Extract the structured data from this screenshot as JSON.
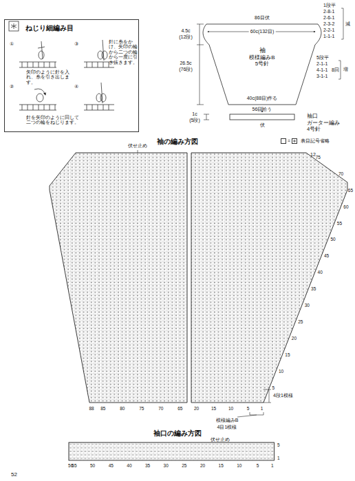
{
  "diagram": {
    "nodes": [
      {
        "text": [
          "ねじり細編み目"
        ]
      },
      {
        "text": [
          "袖",
          "模様編みB",
          "5号針"
        ]
      },
      {
        "text": [
          "袖口",
          "ガーター編み",
          "4号針"
        ]
      }
    ],
    "labels": [
      "1段平",
      "2-8-1",
      "2-6-1",
      "2-3-2",
      "2-2-1",
      "1-1-1",
      "減",
      "5段平",
      "2-1-1",
      "4-1-1",
      "8回",
      "3-1-1",
      "増",
      "86目伏",
      "60c(132目)",
      "4.5c",
      "(12段)",
      "26.5c",
      "(76段)",
      "40c(88目)作る",
      "56目拾う",
      "伏",
      "1c",
      "(5段)",
      "袖の編み方図",
      "伏せ止め",
      "12",
      "75",
      "70",
      "65",
      "60",
      "55",
      "50",
      "45",
      "40",
      "35",
      "30",
      "25",
      "20",
      "15",
      "10",
      "5",
      "88",
      "85",
      "80",
      "75",
      "70",
      "65",
      "20",
      "15",
      "10",
      "5",
      "1",
      "4段1模様",
      "模様編みB",
      "4目1模様",
      "袖口の編み方図",
      "伏せ止め",
      "5",
      "1",
      "56",
      "55",
      "50",
      "45",
      "40",
      "35",
      "30",
      "25",
      "20",
      "15",
      "10",
      "5",
      "1",
      "52",
      "①",
      "②",
      "③",
      "④",
      "矢印のように針を入れ、糸を引き出します。",
      "針に糸をかけ、矢印の輪から二つの輪から一度に引き抜きます。",
      "針を矢印のように回して二つの輪をねじります。",
      "="
    ],
    "legend": [
      {
        "text": "表目記号省略"
      }
    ]
  }
}
